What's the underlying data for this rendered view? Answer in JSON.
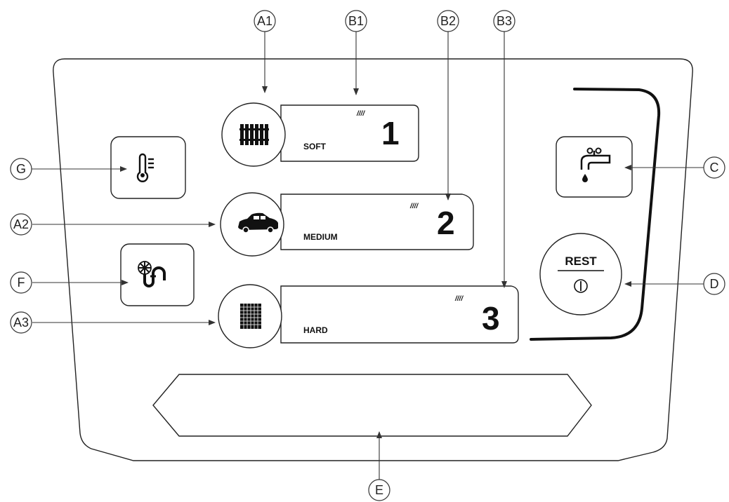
{
  "callouts": {
    "a1": "A1",
    "b1": "B1",
    "b2": "B2",
    "b3": "B3",
    "g": "G",
    "c": "C",
    "a2": "A2",
    "f": "F",
    "d": "D",
    "a3": "A3",
    "e": "E"
  },
  "modes": [
    {
      "label": "SOFT",
      "number": "1",
      "level_marks": "////",
      "icon": "radiator-icon"
    },
    {
      "label": "MEDIUM",
      "number": "2",
      "level_marks": "////",
      "icon": "car-icon"
    },
    {
      "label": "HARD",
      "number": "3",
      "level_marks": "////",
      "icon": "grid-block-icon"
    }
  ],
  "buttons": {
    "thermometer_icon": "thermometer-icon",
    "snowflake_icon": "snowflake-plug-icon",
    "tap_icon": "water-tap-icon",
    "rest_label": "REST",
    "power_symbol": "Ⅰ"
  },
  "display_e": {
    "icon": "empty-display"
  }
}
